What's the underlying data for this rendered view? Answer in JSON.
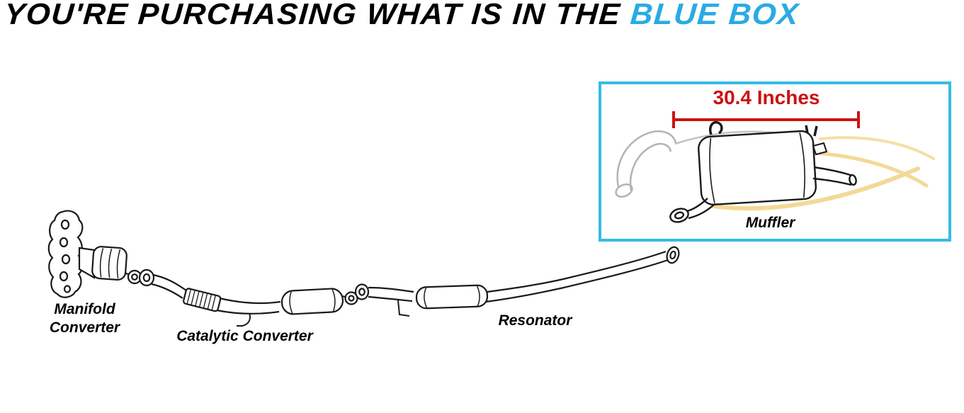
{
  "headline": {
    "prefix": "YOU'RE PURCHASING WHAT IS IN THE ",
    "highlight": "BLUE BOX",
    "highlight_color": "#29ABE2"
  },
  "blue_box": {
    "border_color": "#35BCE3",
    "measurement_label": "30.4 Inches",
    "measurement_color": "#CC1111",
    "part_label": "Muffler"
  },
  "diagram": {
    "labels": {
      "manifold_converter": "Manifold\nConverter",
      "catalytic_converter": "Catalytic Converter",
      "resonator": "Resonator"
    },
    "line_color": "#1A1A1A",
    "ghost_pipe_color": "#B3B3B3",
    "flow_swoosh_color": "#F3D996"
  }
}
